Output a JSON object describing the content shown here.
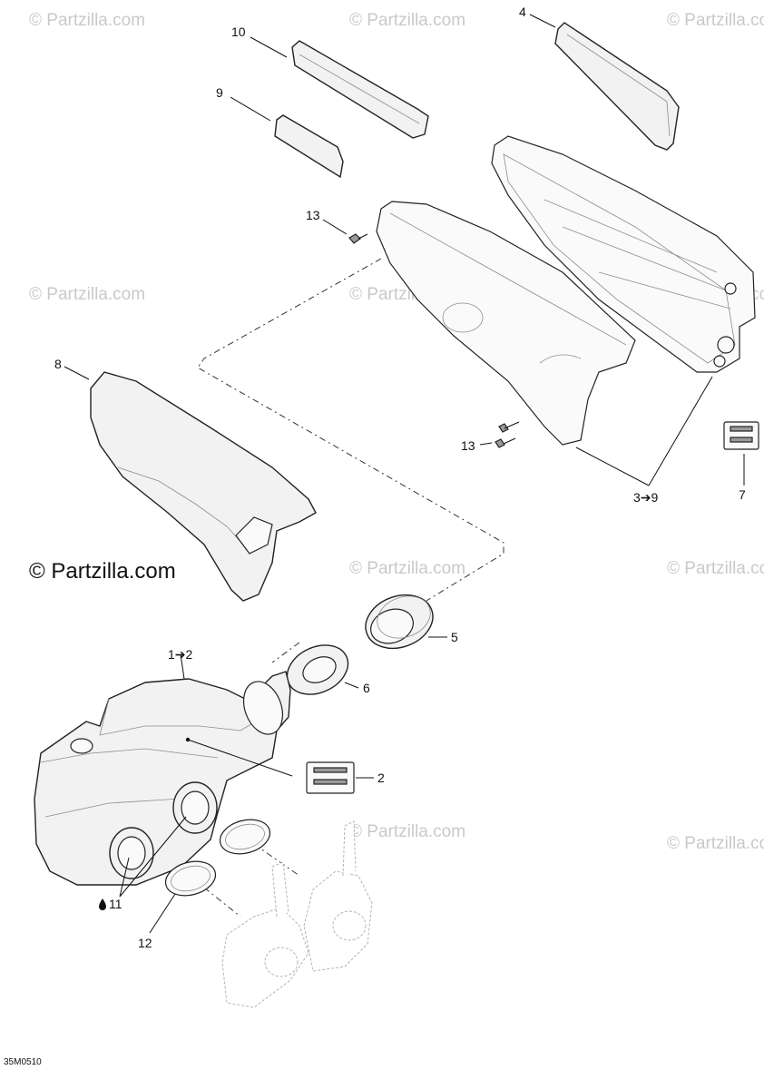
{
  "watermark": {
    "small": "© Partzilla.com",
    "large": "© Partzilla.com"
  },
  "callouts": {
    "c10": "10",
    "c9": "9",
    "c4": "4",
    "c13a": "13",
    "c8": "8",
    "c13b": "13",
    "c3to9": "3➔9",
    "c7": "7",
    "c5": "5",
    "c1to2": "1➔2",
    "c6": "6",
    "c2": "2",
    "c11": "11",
    "c12": "12"
  },
  "drop_icon": "drop-icon",
  "diagram_code": "35M0510"
}
